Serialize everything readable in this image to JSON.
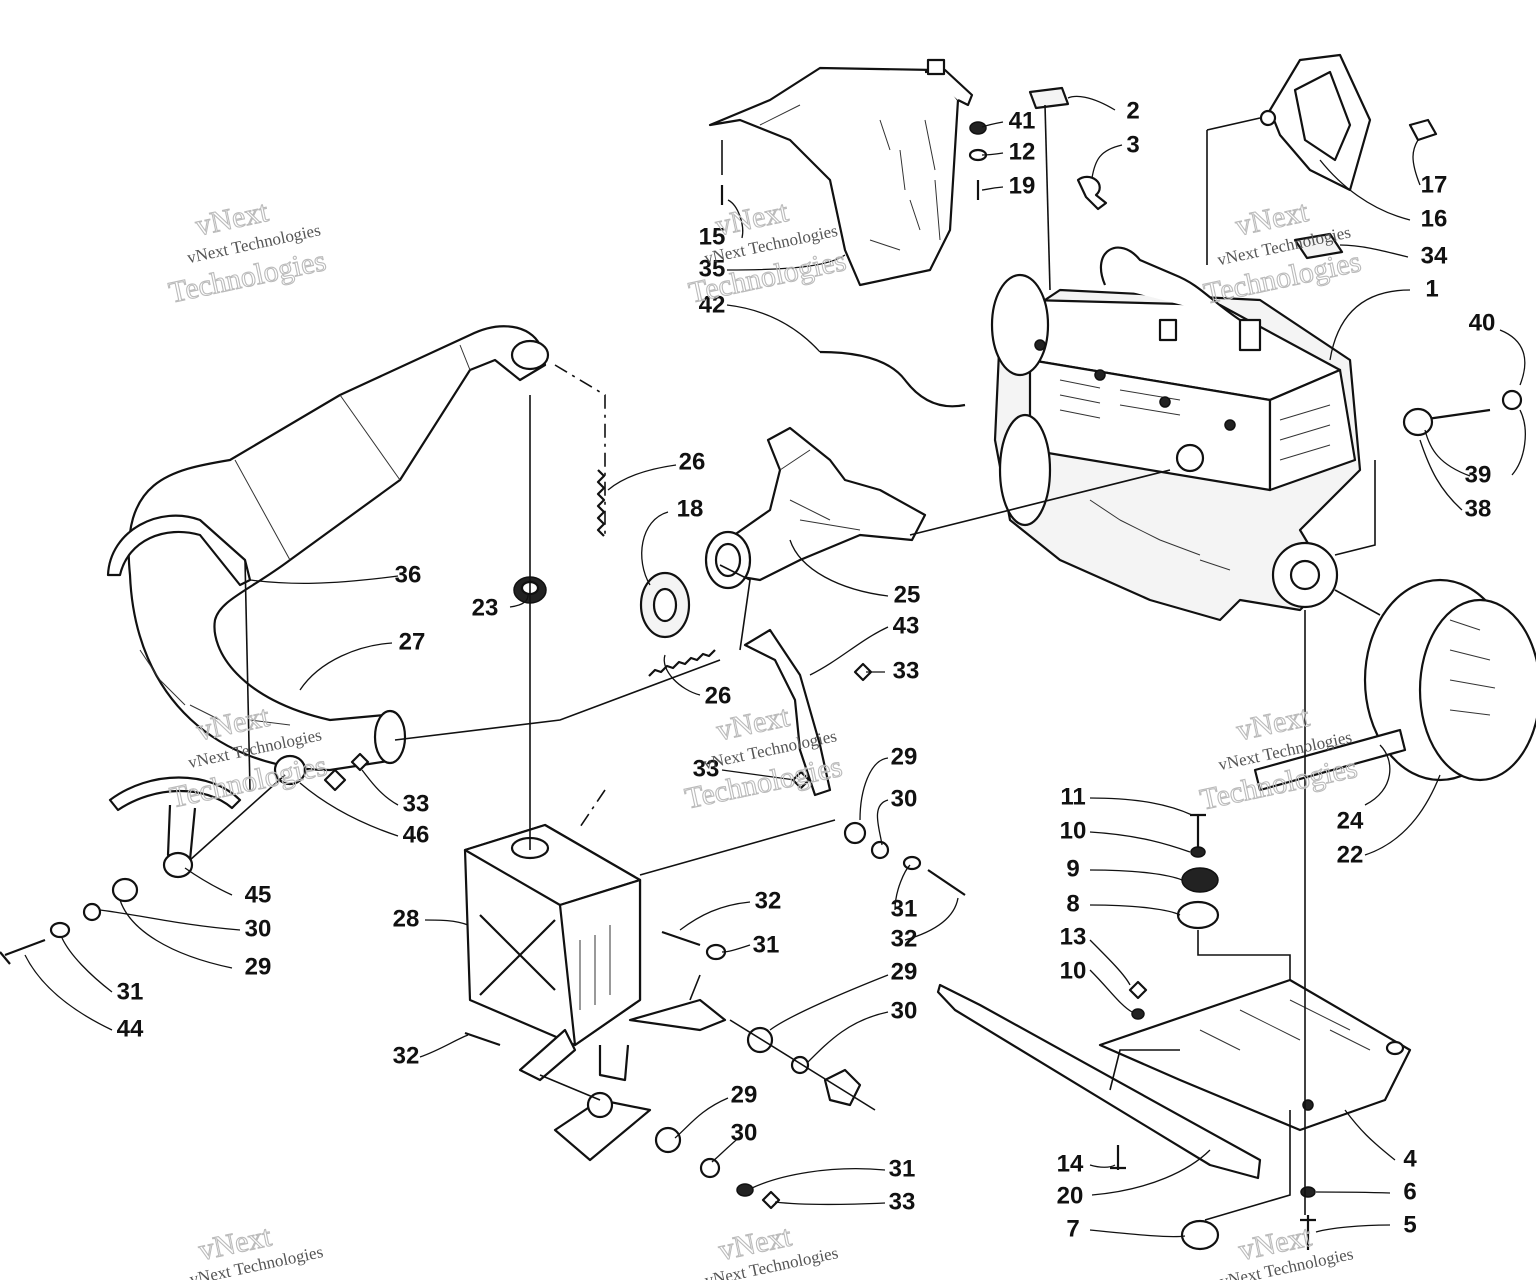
{
  "watermark": {
    "line1": "vNext",
    "line2": "vNext Technologies",
    "line3": "Technologies"
  },
  "callouts": [
    {
      "id": "c1",
      "label": "1"
    },
    {
      "id": "c2",
      "label": "2"
    },
    {
      "id": "c3",
      "label": "3"
    },
    {
      "id": "c4",
      "label": "4"
    },
    {
      "id": "c5",
      "label": "5"
    },
    {
      "id": "c6",
      "label": "6"
    },
    {
      "id": "c7",
      "label": "7"
    },
    {
      "id": "c8",
      "label": "8"
    },
    {
      "id": "c9",
      "label": "9"
    },
    {
      "id": "c10a",
      "label": "10"
    },
    {
      "id": "c10b",
      "label": "10"
    },
    {
      "id": "c11",
      "label": "11"
    },
    {
      "id": "c12",
      "label": "12"
    },
    {
      "id": "c13",
      "label": "13"
    },
    {
      "id": "c14",
      "label": "14"
    },
    {
      "id": "c15",
      "label": "15"
    },
    {
      "id": "c16",
      "label": "16"
    },
    {
      "id": "c17",
      "label": "17"
    },
    {
      "id": "c18",
      "label": "18"
    },
    {
      "id": "c19",
      "label": "19"
    },
    {
      "id": "c20",
      "label": "20"
    },
    {
      "id": "c22",
      "label": "22"
    },
    {
      "id": "c23",
      "label": "23"
    },
    {
      "id": "c24",
      "label": "24"
    },
    {
      "id": "c25",
      "label": "25"
    },
    {
      "id": "c26a",
      "label": "26"
    },
    {
      "id": "c26b",
      "label": "26"
    },
    {
      "id": "c27",
      "label": "27"
    },
    {
      "id": "c28",
      "label": "28"
    },
    {
      "id": "c29a",
      "label": "29"
    },
    {
      "id": "c29b",
      "label": "29"
    },
    {
      "id": "c29c",
      "label": "29"
    },
    {
      "id": "c29d",
      "label": "29"
    },
    {
      "id": "c30a",
      "label": "30"
    },
    {
      "id": "c30b",
      "label": "30"
    },
    {
      "id": "c30c",
      "label": "30"
    },
    {
      "id": "c30d",
      "label": "30"
    },
    {
      "id": "c31a",
      "label": "31"
    },
    {
      "id": "c31b",
      "label": "31"
    },
    {
      "id": "c31c",
      "label": "31"
    },
    {
      "id": "c31d",
      "label": "31"
    },
    {
      "id": "c32a",
      "label": "32"
    },
    {
      "id": "c32b",
      "label": "32"
    },
    {
      "id": "c32c",
      "label": "32"
    },
    {
      "id": "c33a",
      "label": "33"
    },
    {
      "id": "c33b",
      "label": "33"
    },
    {
      "id": "c33c",
      "label": "33"
    },
    {
      "id": "c33d",
      "label": "33"
    },
    {
      "id": "c34",
      "label": "34"
    },
    {
      "id": "c35",
      "label": "35"
    },
    {
      "id": "c36",
      "label": "36"
    },
    {
      "id": "c38",
      "label": "38"
    },
    {
      "id": "c39",
      "label": "39"
    },
    {
      "id": "c40",
      "label": "40"
    },
    {
      "id": "c41",
      "label": "41"
    },
    {
      "id": "c42",
      "label": "42"
    },
    {
      "id": "c43",
      "label": "43"
    },
    {
      "id": "c44",
      "label": "44"
    },
    {
      "id": "c45",
      "label": "45"
    },
    {
      "id": "c46",
      "label": "46"
    }
  ]
}
